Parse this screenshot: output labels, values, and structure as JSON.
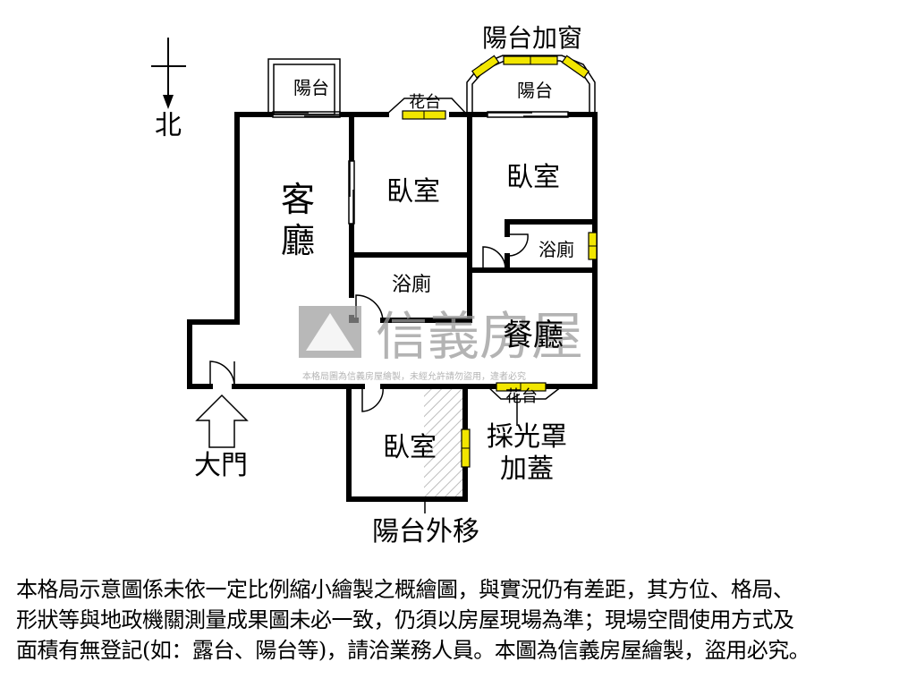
{
  "compass": {
    "north_label": "北"
  },
  "rooms": {
    "living_room": "客廳",
    "bedroom_1": "臥室",
    "bedroom_2": "臥室",
    "bedroom_3": "臥室",
    "bathroom_1": "浴廁",
    "bathroom_2": "浴廁",
    "dining_room": "餐廳",
    "balcony_1": "陽台",
    "balcony_2": "陽台",
    "planter_top": "花台",
    "planter_bottom": "花台"
  },
  "annotations": {
    "balcony_window": "陽台加窗",
    "skylight_line1": "採光罩",
    "skylight_line2": "加蓋",
    "main_door": "大門",
    "balcony_moved": "陽台外移"
  },
  "watermark": {
    "brand": "信義房屋",
    "notice": "本格局圖為信義房屋繪製，未經允許請勿盜用，違者必究"
  },
  "disclaimer": {
    "line1": "本格局示意圖係未依一定比例縮小繪製之概繪圖，與實況仍有差距，其方位、格局、",
    "line2": "形狀等與地政機關測量成果圖未必一致，仍須以房屋現場為準；現場空間使用方式及",
    "line3": "面積有無登記(如：露台、陽台等)，請洽業務人員。本圖為信義房屋繪製，盜用必究。"
  },
  "colors": {
    "wall": "#000000",
    "window": "#f2e600",
    "watermark": "#9a9a9a",
    "hatch": "#bdbdbd"
  }
}
